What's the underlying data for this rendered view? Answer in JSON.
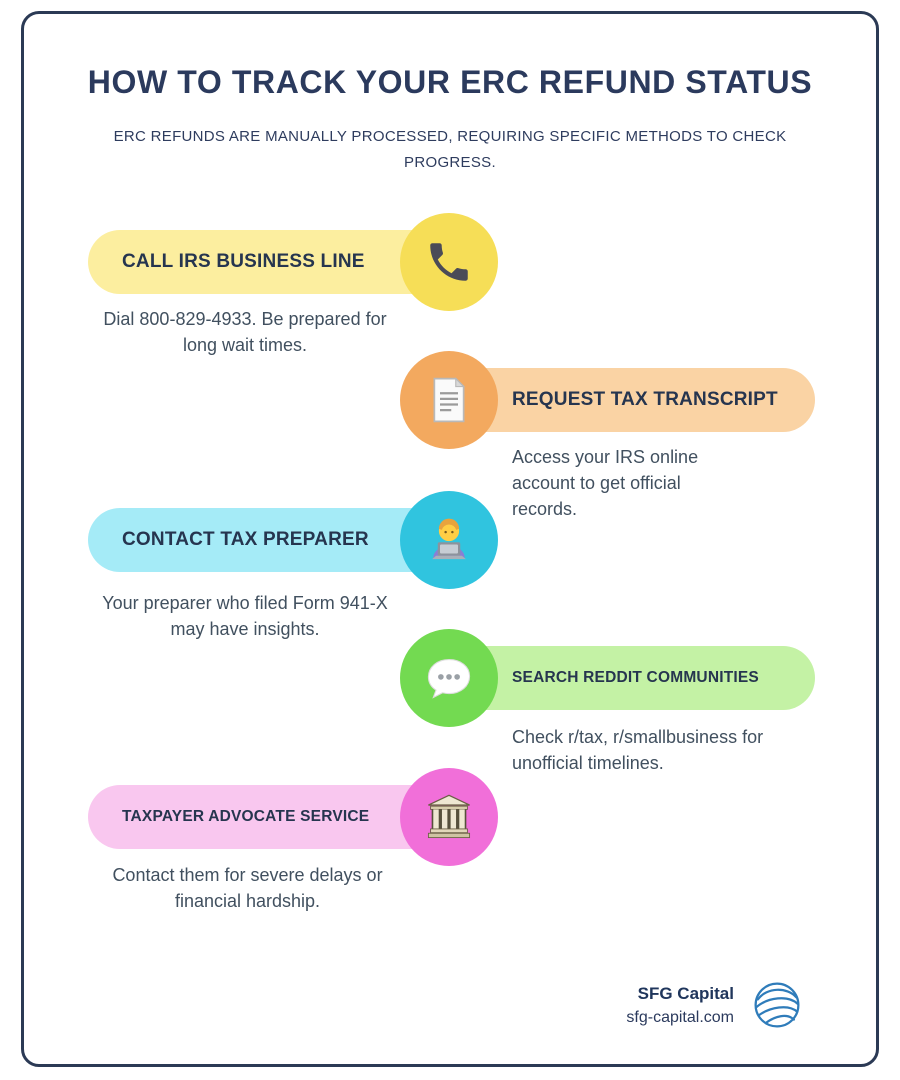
{
  "page": {
    "title": "HOW TO TRACK YOUR ERC REFUND STATUS",
    "subtitle": "ERC REFUNDS ARE MANUALLY PROCESSED, REQUIRING SPECIFIC METHODS TO CHECK PROGRESS."
  },
  "steps": [
    {
      "label": "CALL IRS BUSINESS LINE",
      "description": "Dial 800-829-4933. Be prepared for long wait times.",
      "side": "left",
      "icon": "phone-icon",
      "pill_color": "#fcee9f",
      "circle_color": "#f6de57"
    },
    {
      "label": "REQUEST TAX TRANSCRIPT",
      "description": "Access your IRS online account to get official records.",
      "side": "right",
      "icon": "document-icon",
      "pill_color": "#fad3a4",
      "circle_color": "#f3a95f"
    },
    {
      "label": "CONTACT TAX PREPARER",
      "description": "Your preparer who filed Form 941-X may have insights.",
      "side": "left",
      "icon": "technologist-icon",
      "pill_color": "#a5ebf7",
      "circle_color": "#30c4df"
    },
    {
      "label": "SEARCH REDDIT COMMUNITIES",
      "description": "Check r/tax, r/smallbusiness for unofficial timelines.",
      "side": "right",
      "icon": "speech-balloon-icon",
      "pill_color": "#c4f2a5",
      "circle_color": "#73da51"
    },
    {
      "label": "TAXPAYER ADVOCATE SERVICE",
      "description": "Contact them for severe delays or financial hardship.",
      "side": "left",
      "icon": "classical-building-icon",
      "pill_color": "#f9c7ef",
      "circle_color": "#f16fd9"
    }
  ],
  "footer": {
    "brand": "SFG Capital",
    "website": "sfg-capital.com",
    "logo": "globe-logo"
  },
  "colors": {
    "text_primary": "#2b3a5d",
    "text_body": "#41505f",
    "border": "#2b3a55"
  }
}
